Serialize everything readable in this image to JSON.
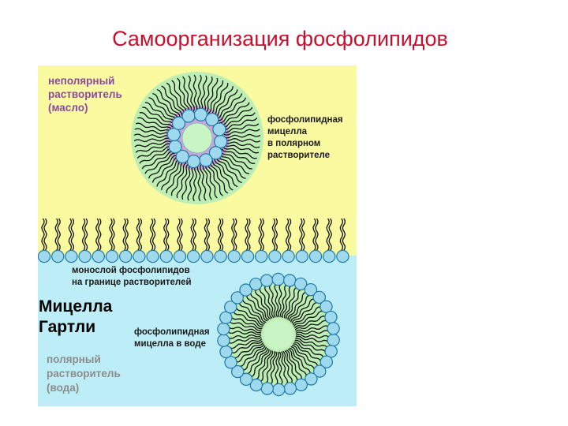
{
  "title": "Самоорганизация фосфолипидов",
  "labels": {
    "nonpolar_solvent": "неполярный\nрастворитель\n(масло)",
    "reverse_micelle": "фосфолипидная\nмицелла\nв полярном\nрастворителе",
    "monolayer": "монослой фосфолипидов\nна границе растворителей",
    "micelle_in_water": "фосфолипидная\nмицелла в воде",
    "polar_solvent": "полярный\nрастворитель\n(вода)"
  },
  "overlay": {
    "hartley_micelle": "Мицелла\nГартли"
  },
  "colors": {
    "title": "#c8102e",
    "oil": "#fafaa0",
    "water": "#bdeef7",
    "micelle_body": "#bdeeb4",
    "micelle_core": "#c9f5c4",
    "head_fill": "#9fd9ee",
    "head_stroke": "#1e78a8",
    "tail": "#111111",
    "label_purple": "#8b4aa0",
    "label_gray": "#8c8c8c"
  }
}
